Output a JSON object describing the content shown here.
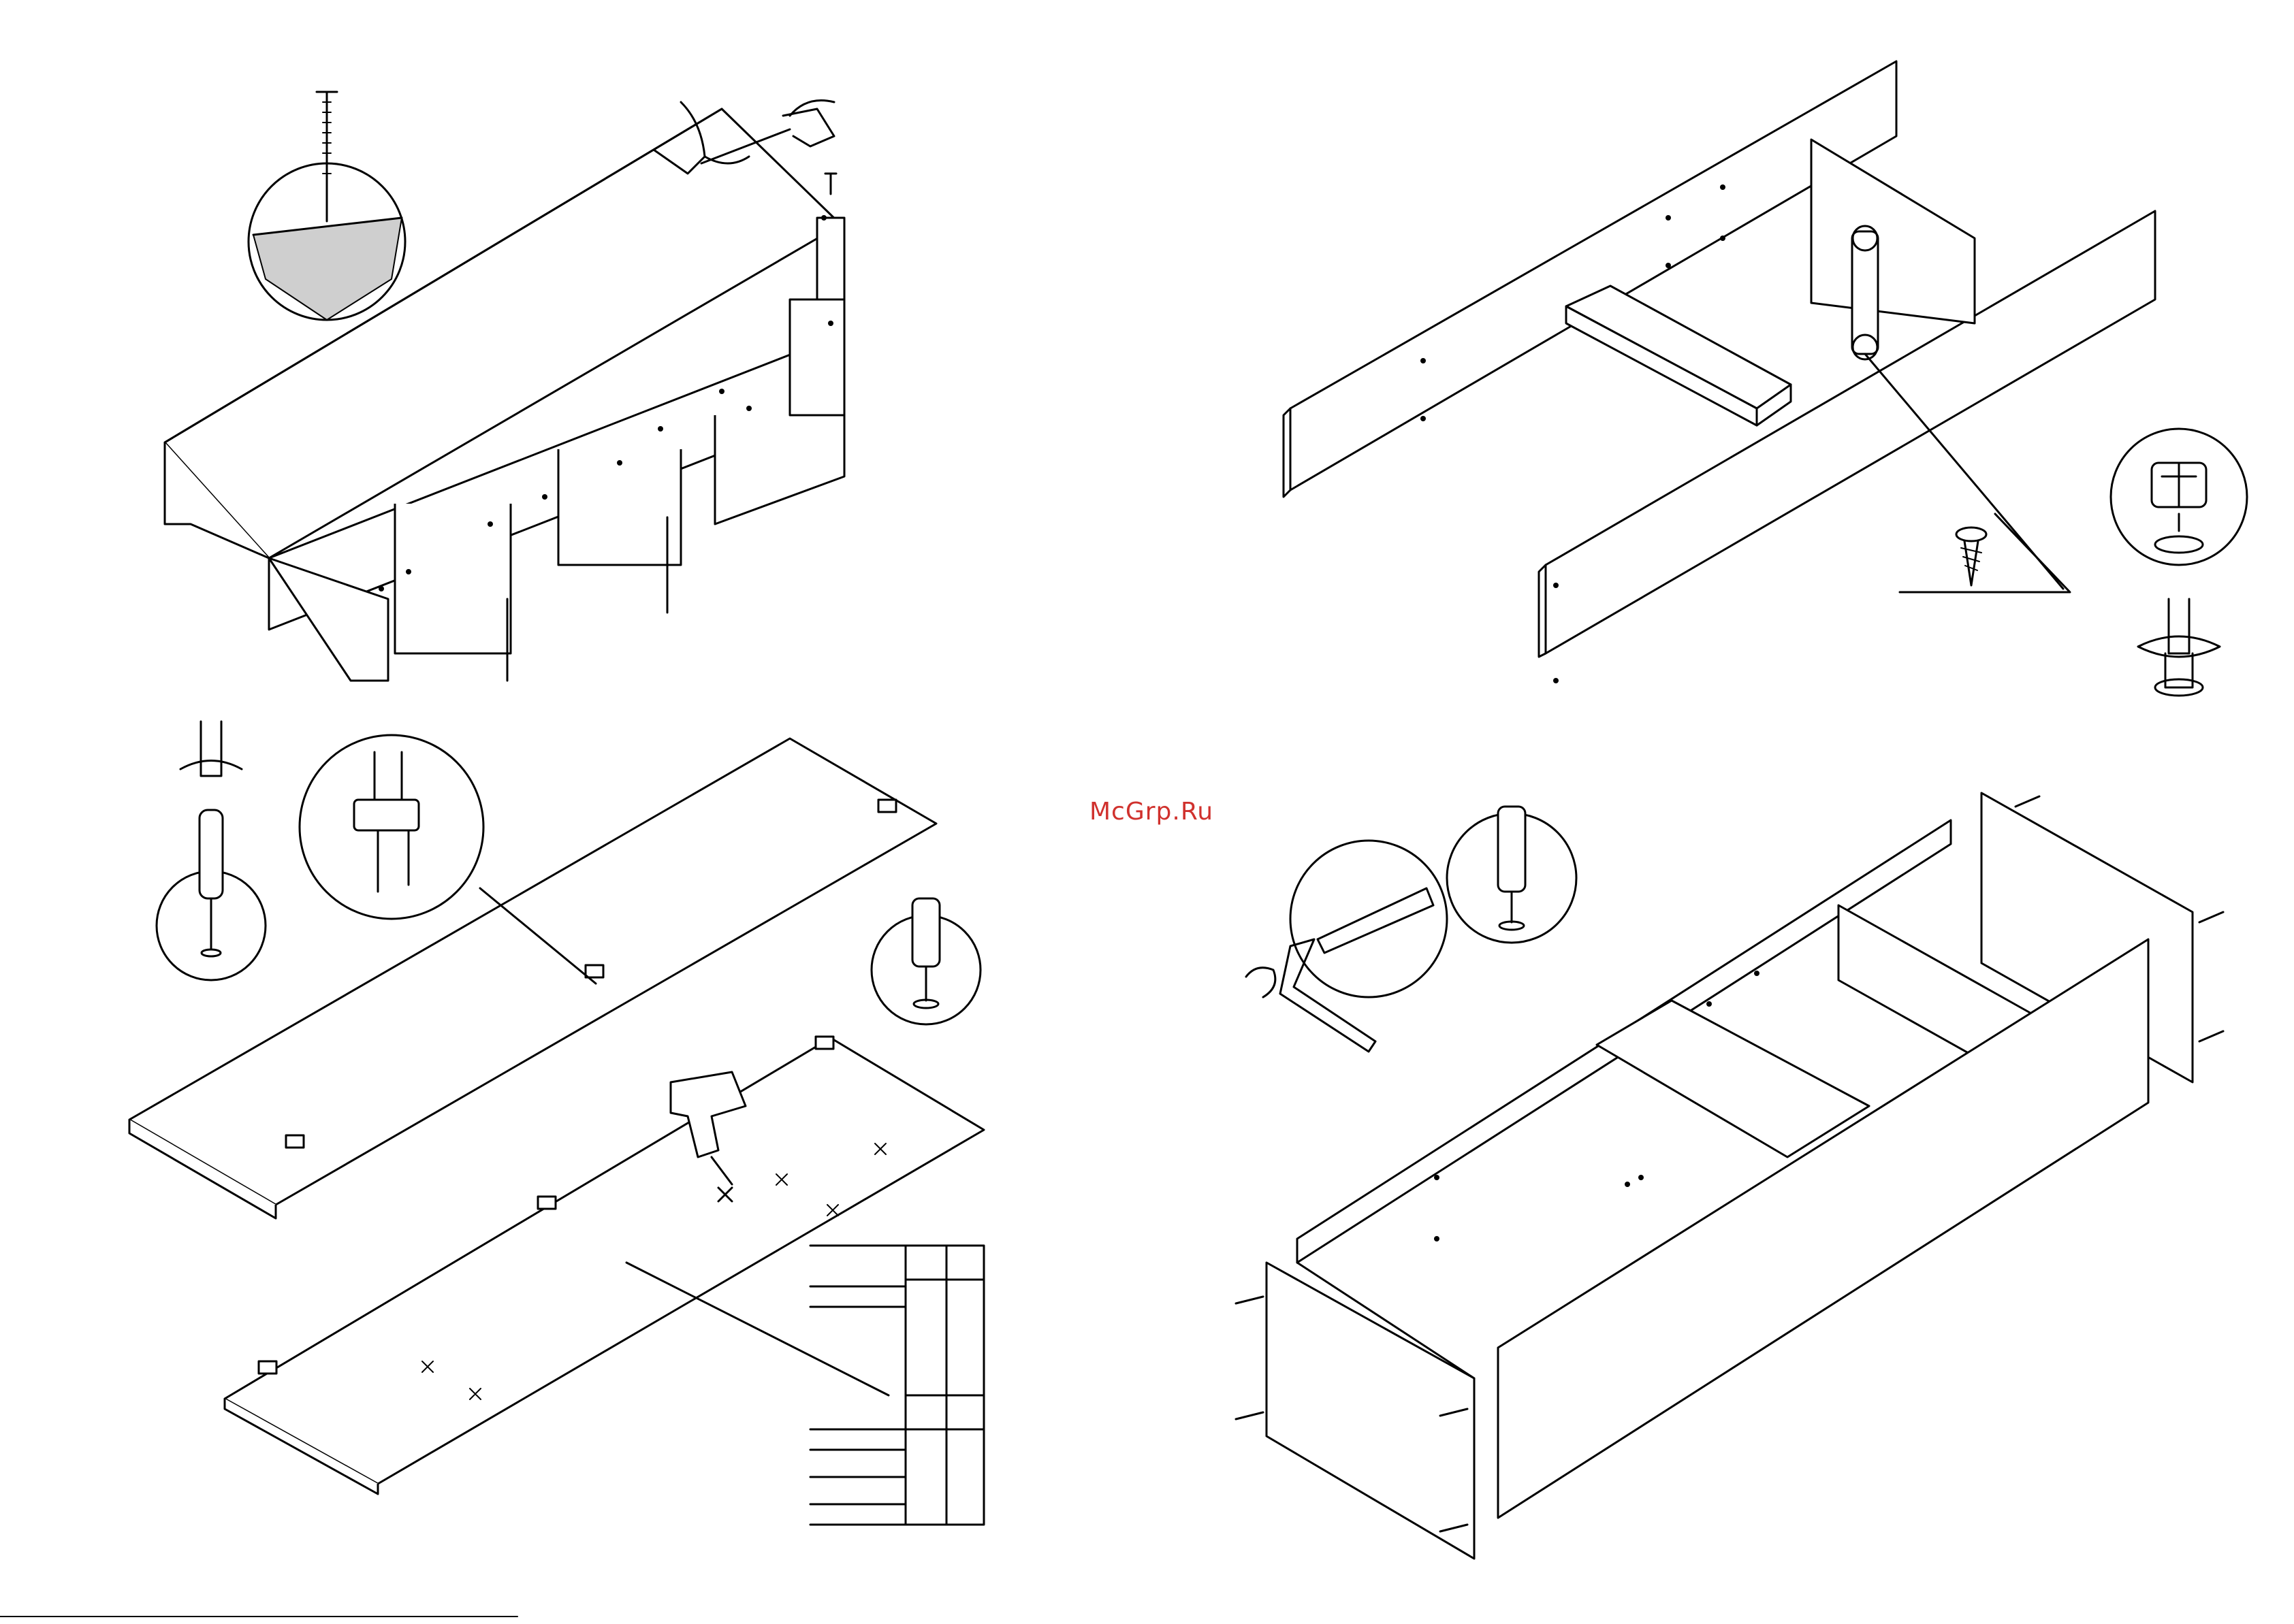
{
  "watermark": {
    "text": "McGrp.Ru",
    "color": "#d0312d"
  },
  "steps": [
    {
      "id": "nail-back-panel",
      "tool": "hammer-icon",
      "fastener": "nail-icon"
    },
    {
      "id": "cam-lock-shelf",
      "tool": "screwdriver-icon",
      "fastener": "cam-lock-icon"
    },
    {
      "id": "hinge-doors",
      "tool": "drill-icon",
      "fastener": "hinge-icon"
    },
    {
      "id": "dowel-frame",
      "tool": "allen-key-icon",
      "fastener": "dowel-icon"
    }
  ]
}
